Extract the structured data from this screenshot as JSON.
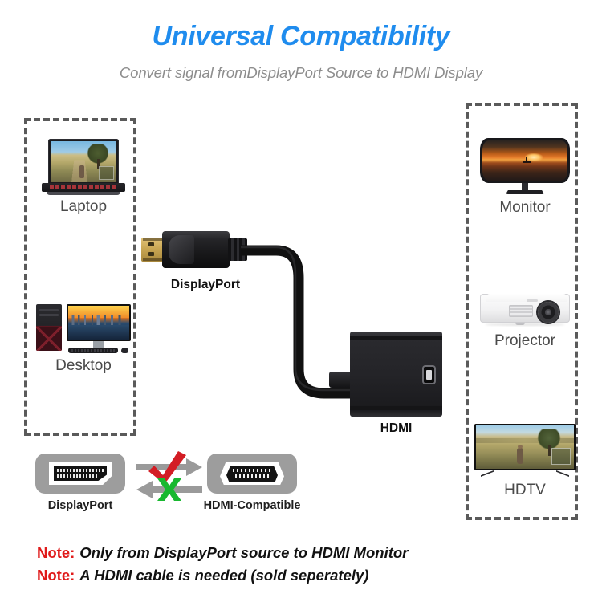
{
  "header": {
    "title": "Universal Compatibility",
    "subtitle": "Convert signal fromDisplayPort Source to HDMI Display",
    "title_color": "#1f8cee",
    "subtitle_color": "#8d8d8d"
  },
  "source_group": {
    "name": "source-devices",
    "devices": [
      {
        "label": "Laptop",
        "icon": "laptop-icon"
      },
      {
        "label": "Desktop",
        "icon": "desktop-computer-icon"
      }
    ]
  },
  "display_group": {
    "name": "display-devices",
    "devices": [
      {
        "label": "Monitor",
        "icon": "curved-monitor-icon"
      },
      {
        "label": "Projector",
        "icon": "projector-icon"
      },
      {
        "label": "HDTV",
        "icon": "hdtv-icon"
      }
    ]
  },
  "adapter": {
    "input_label": "DisplayPort",
    "output_label": "HDMI",
    "cable_color": "#111111",
    "connector_contact_color": "#c9a754"
  },
  "port_comparison": {
    "source_port": {
      "label": "DisplayPort",
      "icon": "displayport-socket-icon"
    },
    "target_port": {
      "label": "HDMI-Compatible",
      "icon": "hdmi-socket-icon"
    },
    "allowed": {
      "icon": "check-mark-icon",
      "direction": "right",
      "color": "#d31d24"
    },
    "blocked": {
      "icon": "cross-mark-icon",
      "direction": "left",
      "color": "#19b830"
    },
    "arrow_color": "#9a9a9a"
  },
  "notes": [
    {
      "key": "Note:",
      "text": "Only from DisplayPort source to HDMI Monitor"
    },
    {
      "key": "Note:",
      "text": "A HDMI cable is needed (sold seperately)"
    }
  ],
  "note_key_color": "#e01b1b"
}
